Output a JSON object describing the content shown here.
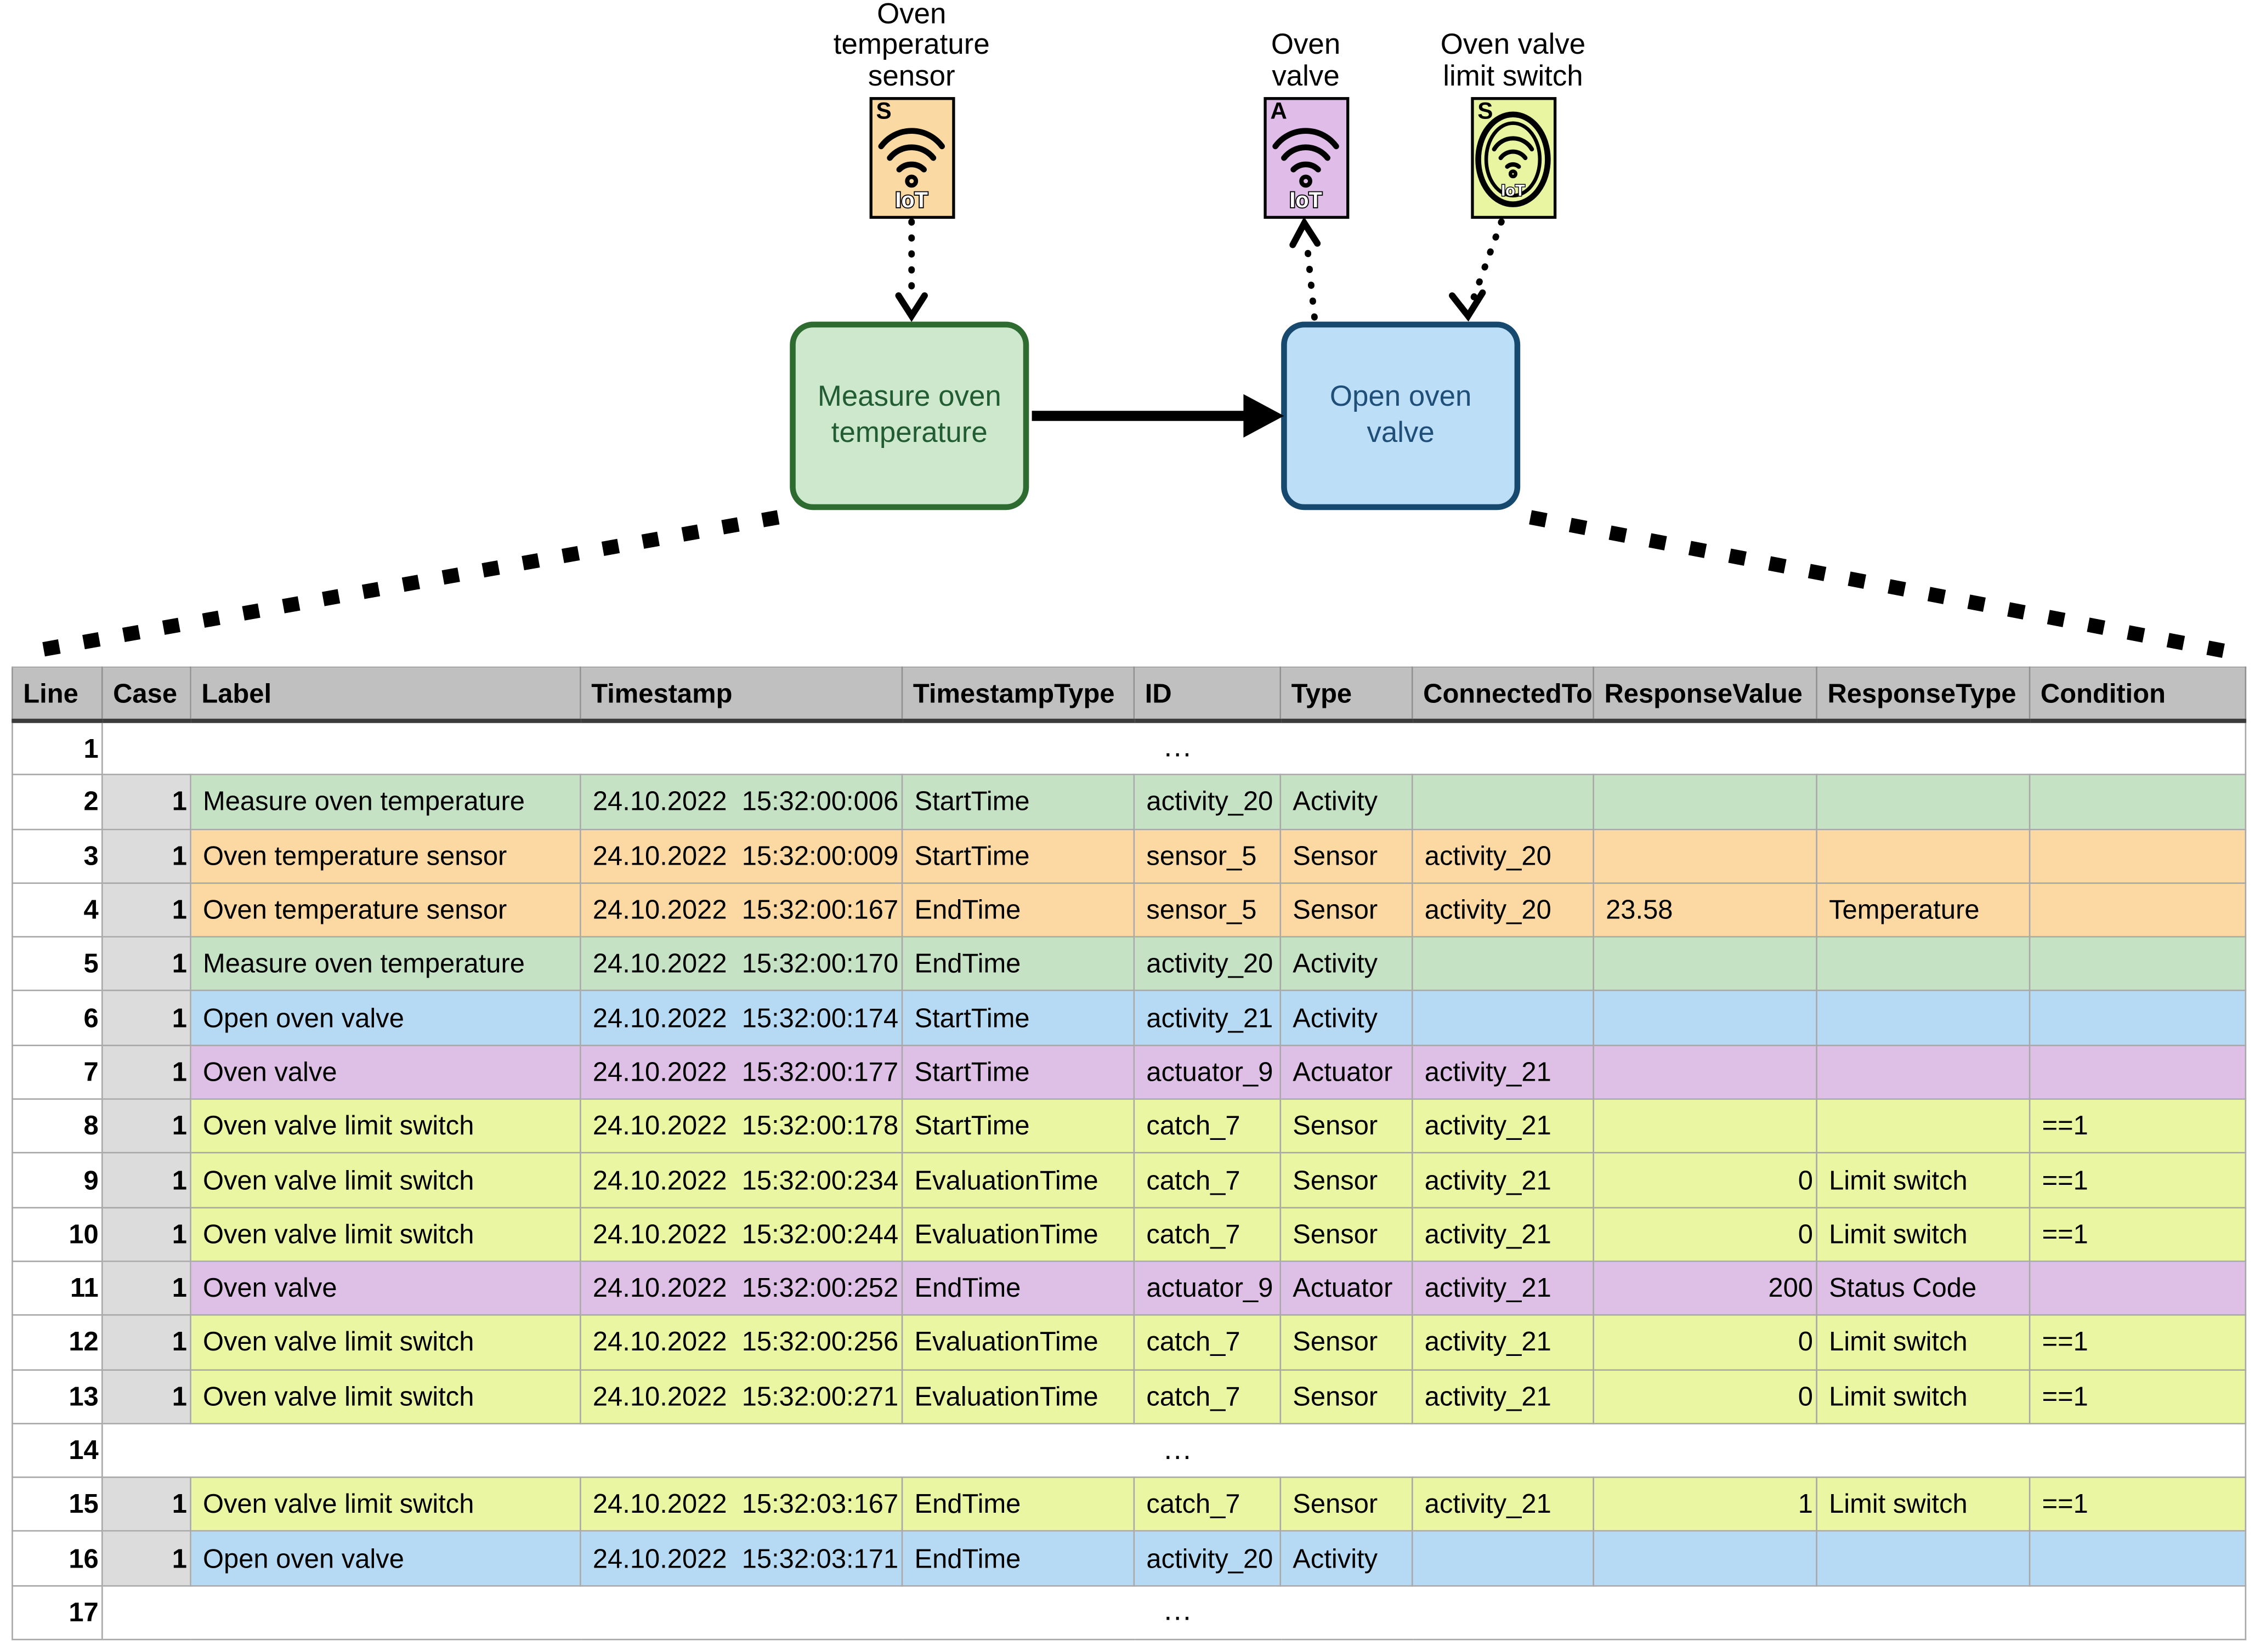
{
  "diagram": {
    "devices": [
      {
        "name": "oven-temperature-sensor",
        "label": "Oven\ntemperature\nsensor",
        "badge": "S",
        "iot_text": "IoT",
        "icon": "wifi-icon",
        "fill": "#fbd9a3"
      },
      {
        "name": "oven-valve",
        "label": "Oven\nvalve",
        "badge": "A",
        "iot_text": "IoT",
        "icon": "wifi-icon",
        "fill": "#dfbde8"
      },
      {
        "name": "oven-valve-limit-switch",
        "label": "Oven valve\nlimit switch",
        "badge": "S",
        "iot_text": "IoT",
        "icon": "circled-wifi-icon",
        "fill": "#e9f5a0"
      }
    ],
    "activities": [
      {
        "name": "measure-oven-temperature",
        "label": "Measure oven\ntemperature",
        "fill": "#cde8cc",
        "border": "#2e6b31",
        "text_color": "#215c33"
      },
      {
        "name": "open-oven-valve",
        "label": "Open oven\nvalve",
        "fill": "#bcdef6",
        "border": "#17496f",
        "text_color": "#1f4e79"
      }
    ]
  },
  "table": {
    "headers": [
      "Line",
      "Case",
      "Label",
      "Timestamp",
      "TimestampType",
      "ID",
      "Type",
      "ConnectedTo",
      "ResponseValue",
      "ResponseType",
      "Condition"
    ],
    "row_colors": {
      "green": "#c6e2c4",
      "orange": "#fcd8a2",
      "blue": "#b6daf4",
      "purple": "#debfe5",
      "yellow": "#eaf6a2",
      "none": "#ffffff"
    },
    "header_bg": "#c0c0c0",
    "case_bg": "#dcdcdc",
    "rows": [
      {
        "line": "1",
        "ellipsis": "..."
      },
      {
        "line": "2",
        "case": "1",
        "color": "green",
        "cells": [
          "Measure oven temperature",
          "24.10.2022  15:32:00:006",
          "StartTime",
          "activity_20",
          "Activity",
          "",
          "",
          "",
          ""
        ]
      },
      {
        "line": "3",
        "case": "1",
        "color": "orange",
        "cells": [
          "Oven temperature sensor",
          "24.10.2022  15:32:00:009",
          "StartTime",
          "sensor_5",
          "Sensor",
          "activity_20",
          "",
          "",
          ""
        ]
      },
      {
        "line": "4",
        "case": "1",
        "color": "orange",
        "value_align": "left",
        "cells": [
          "Oven temperature sensor",
          "24.10.2022  15:32:00:167",
          "EndTime",
          "sensor_5",
          "Sensor",
          "activity_20",
          "23.58",
          "Temperature",
          ""
        ]
      },
      {
        "line": "5",
        "case": "1",
        "color": "green",
        "cells": [
          "Measure oven temperature",
          "24.10.2022  15:32:00:170",
          "EndTime",
          "activity_20",
          "Activity",
          "",
          "",
          "",
          ""
        ]
      },
      {
        "line": "6",
        "case": "1",
        "color": "blue",
        "cells": [
          "Open oven valve",
          "24.10.2022  15:32:00:174",
          "StartTime",
          "activity_21",
          "Activity",
          "",
          "",
          "",
          ""
        ]
      },
      {
        "line": "7",
        "case": "1",
        "color": "purple",
        "cells": [
          "Oven valve",
          "24.10.2022  15:32:00:177",
          "StartTime",
          "actuator_9",
          "Actuator",
          "activity_21",
          "",
          "",
          ""
        ]
      },
      {
        "line": "8",
        "case": "1",
        "color": "yellow",
        "cells": [
          "Oven valve limit switch",
          "24.10.2022  15:32:00:178",
          "StartTime",
          "catch_7",
          "Sensor",
          "activity_21",
          "",
          "",
          "==1"
        ]
      },
      {
        "line": "9",
        "case": "1",
        "color": "yellow",
        "value_align": "right",
        "cells": [
          "Oven valve limit switch",
          "24.10.2022  15:32:00:234",
          "EvaluationTime",
          "catch_7",
          "Sensor",
          "activity_21",
          "0",
          "Limit switch",
          "==1"
        ]
      },
      {
        "line": "10",
        "case": "1",
        "color": "yellow",
        "value_align": "right",
        "cells": [
          "Oven valve limit switch",
          "24.10.2022  15:32:00:244",
          "EvaluationTime",
          "catch_7",
          "Sensor",
          "activity_21",
          "0",
          "Limit switch",
          "==1"
        ]
      },
      {
        "line": "11",
        "case": "1",
        "color": "purple",
        "value_align": "right",
        "cells": [
          "Oven valve",
          "24.10.2022  15:32:00:252",
          "EndTime",
          "actuator_9",
          "Actuator",
          "activity_21",
          "200",
          "Status Code",
          ""
        ]
      },
      {
        "line": "12",
        "case": "1",
        "color": "yellow",
        "value_align": "right",
        "cells": [
          "Oven valve limit switch",
          "24.10.2022  15:32:00:256",
          "EvaluationTime",
          "catch_7",
          "Sensor",
          "activity_21",
          "0",
          "Limit switch",
          "==1"
        ]
      },
      {
        "line": "13",
        "case": "1",
        "color": "yellow",
        "value_align": "right",
        "cells": [
          "Oven valve limit switch",
          "24.10.2022  15:32:00:271",
          "EvaluationTime",
          "catch_7",
          "Sensor",
          "activity_21",
          "0",
          "Limit switch",
          "==1"
        ]
      },
      {
        "line": "14",
        "ellipsis": "..."
      },
      {
        "line": "15",
        "case": "1",
        "color": "yellow",
        "value_align": "right",
        "cells": [
          "Oven valve limit switch",
          "24.10.2022  15:32:03:167",
          "EndTime",
          "catch_7",
          "Sensor",
          "activity_21",
          "1",
          "Limit switch",
          "==1"
        ]
      },
      {
        "line": "16",
        "case": "1",
        "color": "blue",
        "cells": [
          "Open oven valve",
          "24.10.2022  15:32:03:171",
          "EndTime",
          "activity_20",
          "Activity",
          "",
          "",
          "",
          ""
        ]
      },
      {
        "line": "17",
        "ellipsis": "..."
      }
    ]
  }
}
